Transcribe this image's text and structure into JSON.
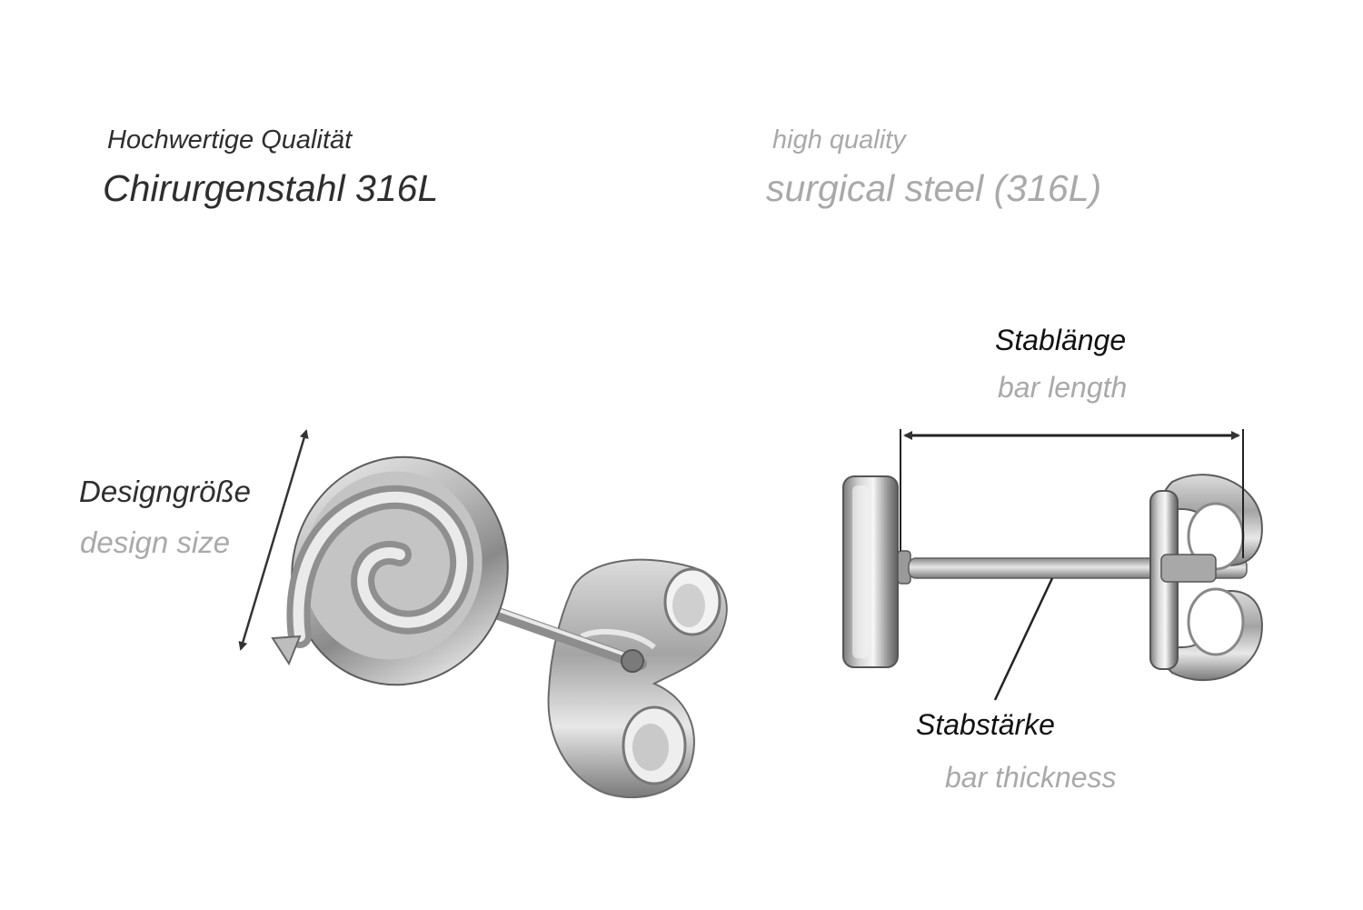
{
  "header": {
    "de_quality": "Hochwertige Qualität",
    "de_material": "Chirurgenstahl 316L",
    "en_quality": "high quality",
    "en_material": "surgical steel (316L)"
  },
  "labels": {
    "design_size_de": "Designgröße",
    "design_size_en": "design size",
    "bar_length_de": "Stablänge",
    "bar_length_en": "bar length",
    "bar_thickness_de": "Stabstärke",
    "bar_thickness_en": "bar thickness"
  },
  "colors": {
    "text_dark": "#2e2e2e",
    "text_grey": "#a9a9a9",
    "steel_light": "#e6e6e6",
    "steel_dark": "#6d6d6d",
    "indicator_line": "#333333"
  }
}
